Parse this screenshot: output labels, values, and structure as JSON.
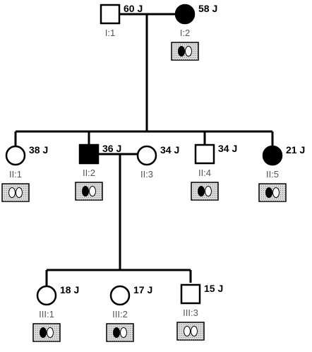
{
  "pedigree": {
    "individuals": [
      {
        "id": "I:1",
        "age": "60 J",
        "sex": "male",
        "affected": false,
        "genotype": null
      },
      {
        "id": "I:2",
        "age": "58 J",
        "sex": "female",
        "affected": true,
        "genotype": "heterozygous"
      },
      {
        "id": "II:1",
        "age": "38 J",
        "sex": "female",
        "affected": false,
        "genotype": "normal"
      },
      {
        "id": "II:2",
        "age": "36 J",
        "sex": "male",
        "affected": true,
        "genotype": "heterozygous"
      },
      {
        "id": "II:3",
        "age": "34 J",
        "sex": "female",
        "affected": false,
        "genotype": null
      },
      {
        "id": "II:4",
        "age": "34 J",
        "sex": "male",
        "affected": false,
        "genotype": "heterozygous"
      },
      {
        "id": "II:5",
        "age": "21 J",
        "sex": "female",
        "affected": true,
        "genotype": "heterozygous"
      },
      {
        "id": "III:1",
        "age": "18 J",
        "sex": "female",
        "affected": false,
        "genotype": "heterozygous"
      },
      {
        "id": "III:2",
        "age": "17 J",
        "sex": "female",
        "affected": false,
        "genotype": "heterozygous"
      },
      {
        "id": "III:3",
        "age": "15 J",
        "sex": "male",
        "affected": false,
        "genotype": "normal"
      }
    ],
    "colors": {
      "line": "#000000",
      "box_fill": "#d8d8d8",
      "dot": "#888888"
    }
  }
}
